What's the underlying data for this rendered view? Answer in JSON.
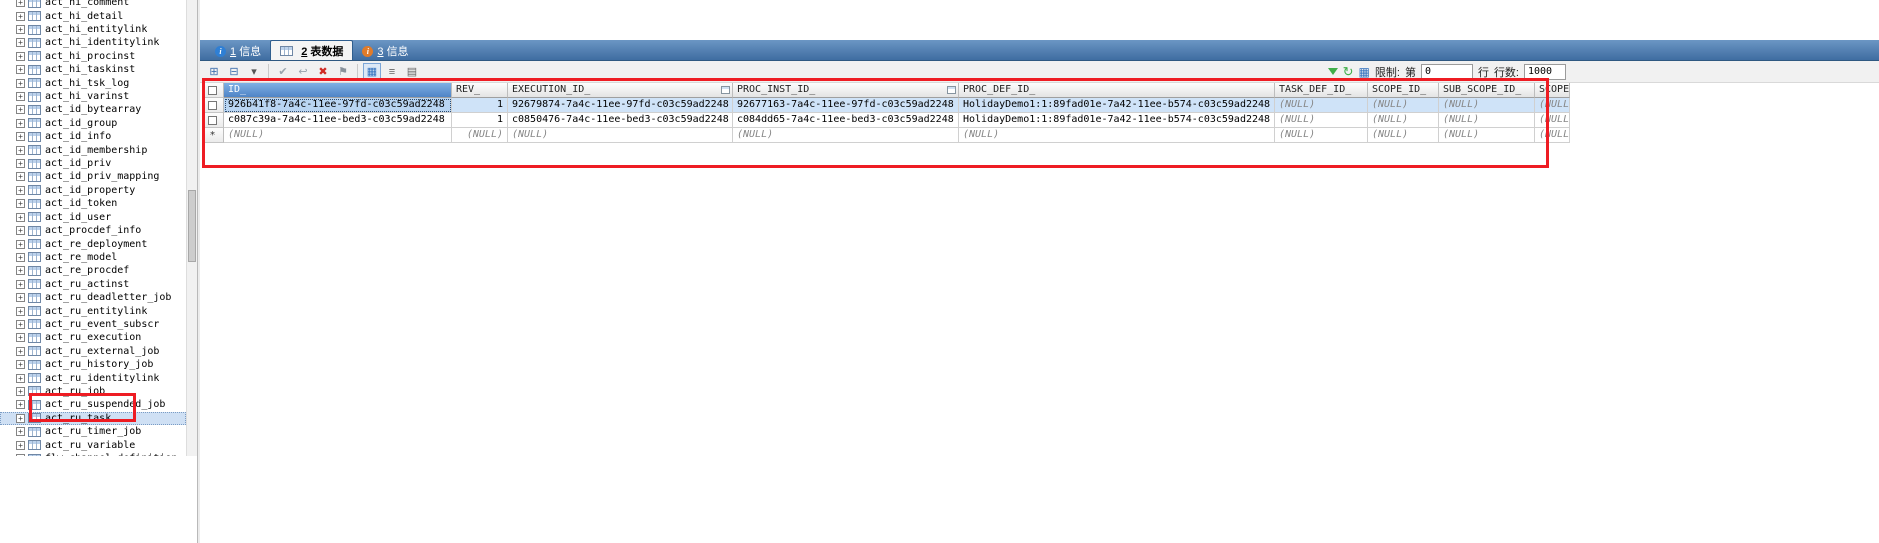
{
  "colors": {
    "tabbar_blue": "#4a7ab5",
    "selection_blue": "#cfe3f8",
    "selected_header_blue": "#4f84c6",
    "annotation_red": "#ee1c23"
  },
  "sidebar": {
    "expand_glyph": "+",
    "selected_index": 31,
    "items": [
      "act_hi_comment",
      "act_hi_detail",
      "act_hi_entitylink",
      "act_hi_identitylink",
      "act_hi_procinst",
      "act_hi_taskinst",
      "act_hi_tsk_log",
      "act_hi_varinst",
      "act_id_bytearray",
      "act_id_group",
      "act_id_info",
      "act_id_membership",
      "act_id_priv",
      "act_id_priv_mapping",
      "act_id_property",
      "act_id_token",
      "act_id_user",
      "act_procdef_info",
      "act_re_deployment",
      "act_re_model",
      "act_re_procdef",
      "act_ru_actinst",
      "act_ru_deadletter_job",
      "act_ru_entitylink",
      "act_ru_event_subscr",
      "act_ru_execution",
      "act_ru_external_job",
      "act_ru_history_job",
      "act_ru_identitylink",
      "act_ru_job",
      "act_ru_suspended_job",
      "act_ru_task",
      "act_ru_timer_job",
      "act_ru_variable",
      "flw_channel_definition"
    ]
  },
  "tabs": [
    {
      "number": "1",
      "label": "信息",
      "icon": "info-icon-blue",
      "active": false
    },
    {
      "number": "2",
      "label": "表数据",
      "icon": "table-icon",
      "active": true
    },
    {
      "number": "3",
      "label": "信息",
      "icon": "info-icon-orange",
      "active": false
    }
  ],
  "toolbar": {
    "left_icons": [
      {
        "name": "export-grid",
        "glyph": "⊞",
        "color": "#3f6fae"
      },
      {
        "name": "import-grid",
        "glyph": "⊟",
        "color": "#3f6fae"
      },
      {
        "name": "options-caret",
        "glyph": "▾",
        "color": "#555555"
      },
      {
        "sep": true
      },
      {
        "name": "save-changes",
        "glyph": "✔",
        "color": "#9aa4ad"
      },
      {
        "name": "revert-changes",
        "glyph": "↩",
        "color": "#9aa4ad"
      },
      {
        "name": "stop",
        "glyph": "✖",
        "color": "#cf2b24"
      },
      {
        "name": "pin",
        "glyph": "⚑",
        "color": "#88919a"
      },
      {
        "sep": true
      },
      {
        "name": "grid-view",
        "glyph": "▦",
        "color": "#2f6fbd",
        "active": true
      },
      {
        "name": "text-view",
        "glyph": "≡",
        "color": "#666666"
      },
      {
        "name": "form-view",
        "glyph": "▤",
        "color": "#666666"
      }
    ],
    "right": {
      "filter_icon": "funnel-icon",
      "refresh_icon": "refresh-icon",
      "refresh_glyph": "↻",
      "limit_icon_glyph": "▦",
      "limit_label": "限制:",
      "first_label": "第",
      "first_value": "0",
      "row_label": "行",
      "count_label": "行数:",
      "count_value": "1000"
    }
  },
  "table": {
    "columns": [
      "ID_",
      "REV_",
      "EXECUTION_ID_",
      "PROC_INST_ID_",
      "PROC_DEF_ID_",
      "TASK_DEF_ID_",
      "SCOPE_ID_",
      "SUB_SCOPE_ID_",
      "SCOPE_"
    ],
    "header_icon_columns": [
      2,
      3
    ],
    "right_aligned_columns": [
      "REV_"
    ],
    "null_text": "(NULL)",
    "new_row_marker": "*",
    "selected_row": 0,
    "rows": [
      [
        "926b41f8-7a4c-11ee-97fd-c03c59ad2248",
        "1",
        "92679874-7a4c-11ee-97fd-c03c59ad2248",
        "92677163-7a4c-11ee-97fd-c03c59ad2248",
        "HolidayDemo1:1:89fad01e-7a42-11ee-b574-c03c59ad2248",
        "(NULL)",
        "(NULL)",
        "(NULL)",
        "(NULL)"
      ],
      [
        "c087c39a-7a4c-11ee-bed3-c03c59ad2248",
        "1",
        "c0850476-7a4c-11ee-bed3-c03c59ad2248",
        "c084dd65-7a4c-11ee-bed3-c03c59ad2248",
        "HolidayDemo1:1:89fad01e-7a42-11ee-b574-c03c59ad2248",
        "(NULL)",
        "(NULL)",
        "(NULL)",
        "(NULL)"
      ],
      [
        "(NULL)",
        "(NULL)",
        "(NULL)",
        "(NULL)",
        "(NULL)",
        "(NULL)",
        "(NULL)",
        "(NULL)",
        "(NULL)"
      ]
    ]
  }
}
